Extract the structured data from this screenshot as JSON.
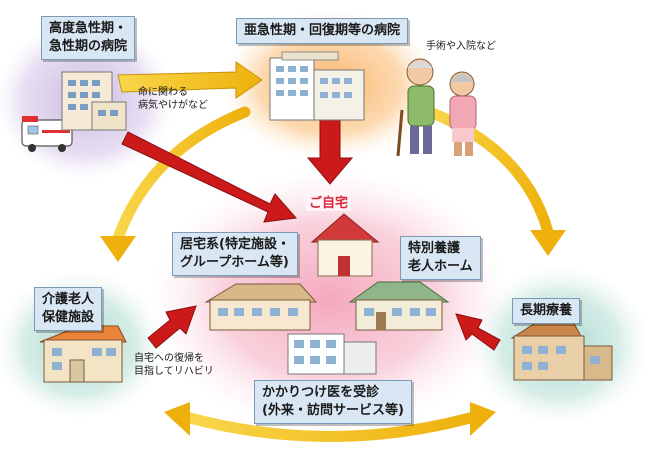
{
  "locations": {
    "acute_hospital": "高度急性期・\n急性期の病院",
    "subacute_hospital": "亜急性期・回復期等の病院",
    "home": "ご自宅",
    "residential": "居宅系(特定施設・\nグループホーム等)",
    "nursing_home": "特別養護\n老人ホーム",
    "geriatric_facility": "介護老人\n保健施設",
    "long_term_care": "長期療養",
    "family_doctor": "かかりつけ医を受診\n(外来・訪問サービス等)"
  },
  "notes": {
    "life_threatening": "命に関わる\n病気やけがなど",
    "surgery": "手術や入院など",
    "rehab": "自宅への復帰を\n目指してリハビリ"
  },
  "colors": {
    "label_fill": "#d9e7f4",
    "arrow_red": "#cc1a1a",
    "arrow_yellow": "#f5c518",
    "home_glow": "#f7c6d3",
    "acute_glow": "#d7cbe8",
    "subacute_glow": "#fbd39a",
    "facility_glow": "#cfe9e3"
  },
  "icons": [
    "ambulance-icon",
    "hospital-building-icon",
    "elderly-couple-icon",
    "house-icon"
  ]
}
